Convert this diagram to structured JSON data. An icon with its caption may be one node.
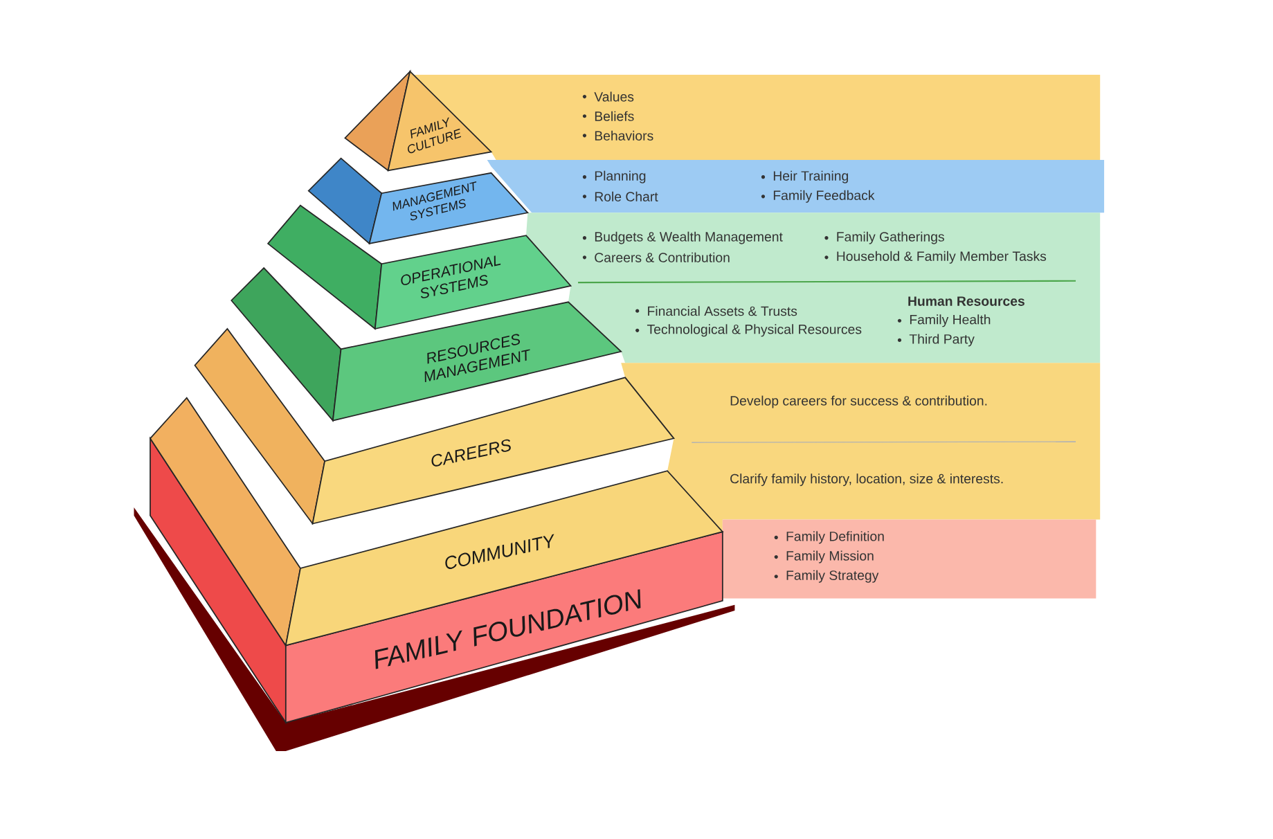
{
  "diagram": {
    "nodes": [
      {
        "text": [
          "FAMILY CULTURE"
        ]
      },
      {
        "text": [
          "MANAGEMENT SYSTEMS"
        ]
      },
      {
        "text": [
          "OPERATIONAL SYSTEMS"
        ]
      },
      {
        "text": [
          "RESOURCES MANAGEMENT"
        ]
      },
      {
        "text": [
          "CAREERS"
        ]
      },
      {
        "text": [
          "COMMUNITY"
        ]
      },
      {
        "text": [
          "FAMILY FOUNDATION"
        ]
      },
      {
        "text": [
          "Values",
          "Beliefs",
          "Behaviors"
        ]
      },
      {
        "text": [
          "Planning",
          "Role Chart",
          "Heir Training",
          "Family Feedback"
        ]
      },
      {
        "text": [
          "Budgets & Wealth Management",
          "Careers & Contribution",
          "Family Gatherings",
          "Household & Family Member Tasks",
          "Financial Assets & Trusts",
          "Technological & Physical Resources",
          "Human Resources",
          "Family Health",
          "Third Party"
        ]
      },
      {
        "text": [
          "Develop careers for success & contribution.",
          "Clarify family history, location, size & interests."
        ]
      },
      {
        "text": [
          "Family Definition",
          "Family Mission",
          "Family Strategy"
        ]
      }
    ]
  }
}
